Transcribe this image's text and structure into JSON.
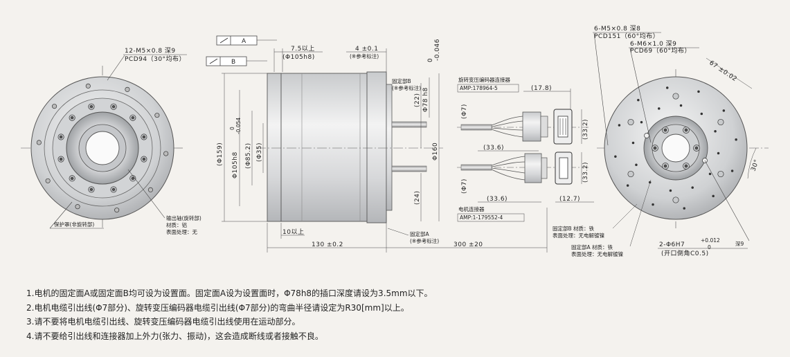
{
  "datums": {
    "a": "A",
    "b": "B"
  },
  "left_view": {
    "thread": "12-M5×0.8 深9",
    "pcd": "PCD94（30°均布）",
    "cover_label": "保护罩(非旋转部)",
    "shaft_label": "输出轴(旋转部)",
    "shaft_material": "材质：铝",
    "shaft_surface": "表面处理：无"
  },
  "side_view": {
    "dims_top": {
      "d1": "7.5以上",
      "d1_sub": "(Φ105h8)",
      "d2": "4 ±0.1",
      "d2_sub": "(※参考标注)",
      "d3": "0",
      "d3_sub": "-0.046"
    },
    "dims_left": {
      "d159": "(Φ159)",
      "d105": "Φ105h8",
      "d105_tol_a": "0",
      "d105_tol_b": "-0.054",
      "d852": "(Φ85.2)",
      "d35": "(Φ35)"
    },
    "dims_right": {
      "d22": "(22)",
      "d78": "Φ78 h8",
      "d160": "Φ160",
      "d24": "(24)"
    },
    "face_b": "固定部B",
    "face_b_note": "(※参考标注)",
    "face_a": "固定部A",
    "face_a_note": "(※参考标注)",
    "dims_bottom": {
      "d10": "10以上",
      "d130": "130 ±0.2",
      "d300": "300 ±20"
    }
  },
  "cable_view": {
    "resolver_label": "旋转变压编码器连接器",
    "resolver_part": "AMP:178964-5",
    "motor_label": "电机连接器",
    "motor_part": "AMP:1-179552-4",
    "d17_8": "(17.8)",
    "d33_2a": "(33.2)",
    "d33_2b": "(33.2)",
    "d33_6a": "(33.6)",
    "d33_6b": "(33.6)",
    "d12_7": "(12.7)",
    "d7a": "(Φ7)",
    "d7b": "(Φ7)"
  },
  "right_view": {
    "thread1": "6-M5×0.8 深8",
    "pcd1": "PCD151（60°均布）",
    "thread2": "6-M6×1.0 深9",
    "pcd2": "PCD69（60°均布）",
    "d67": "67 ±0.02",
    "angle": "30°",
    "face_b_mat": "固定部B  材质：铁",
    "face_b_surf": "表面处理：无电解镀镍",
    "face_a_mat": "固定部A  材质：铁",
    "face_a_surf": "表面处理：无电解镀镍",
    "hole": "2-Φ6H7",
    "hole_tol_a": "+0.012",
    "hole_tol_b": "0",
    "hole_depth": "深9",
    "chamfer": "(开口倒角C0.5)"
  },
  "notes": [
    "1.电机的固定面A或固定面B均可设为设置面。固定面A设为设置面时，Φ78h8的插口深度请设为3.5mm以下。",
    "2.电机电缆引出线(Φ7部分)、旋转变压编码器电缆引出线(Φ7部分)的弯曲半径请设定为R30[mm]以上。",
    "3.请不要将电机电缆引出线、旋转变压编码器电缆引出线使用在运动部分。",
    "4.请不要给引出线和连接器加上外力(张力、振动)，这会造成断线或者接触不良。"
  ]
}
